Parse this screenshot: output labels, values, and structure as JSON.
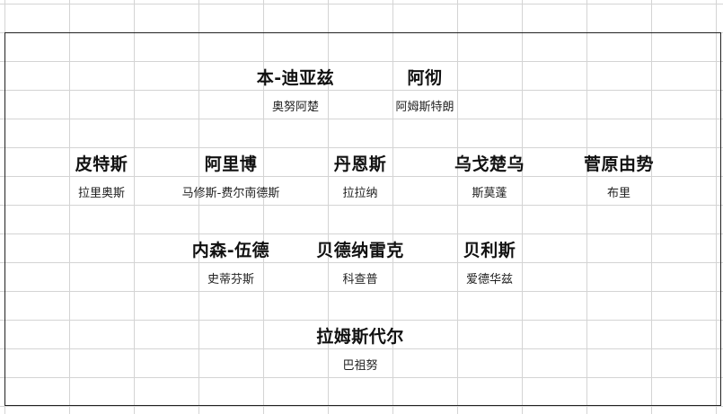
{
  "rows": [
    {
      "names": [
        "本-迪亚兹",
        "阿彻"
      ],
      "subs": [
        "奥努阿楚",
        "阿姆斯特朗"
      ]
    },
    {
      "names": [
        "皮特斯",
        "阿里博",
        "丹恩斯",
        "乌戈楚乌",
        "菅原由势"
      ],
      "subs": [
        "拉里奥斯",
        "马修斯-费尔南德斯",
        "拉拉纳",
        "斯莫蓬",
        "布里"
      ]
    },
    {
      "names": [
        "内森-伍德",
        "贝德纳雷克",
        "贝利斯"
      ],
      "subs": [
        "史蒂芬斯",
        "科查普",
        "爱德华兹"
      ]
    },
    {
      "names": [
        "拉姆斯代尔"
      ],
      "subs": [
        "巴祖努"
      ]
    }
  ]
}
